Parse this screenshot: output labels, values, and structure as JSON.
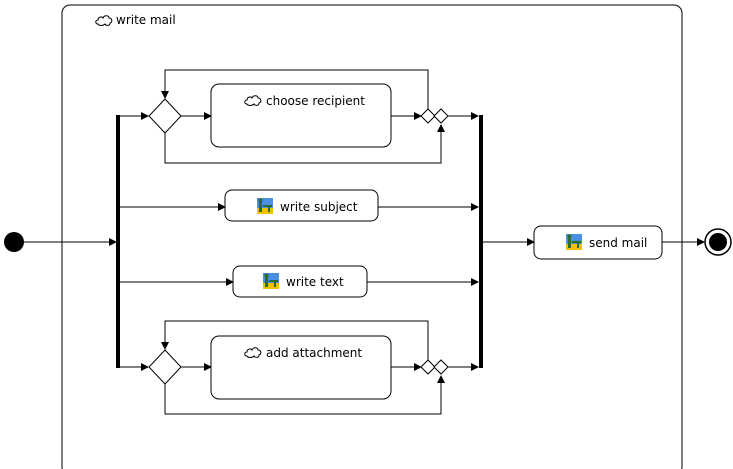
{
  "diagram": {
    "container_title": "write mail",
    "nodes": {
      "choose_recipient": "choose recipient",
      "write_subject": "write subject",
      "write_text": "write text",
      "add_attachment": "add attachment",
      "send_mail": "send mail"
    },
    "icons": {
      "composite_activity": "cloud-icon",
      "simple_activity": "person-at-desk-icon"
    },
    "colors": {
      "stroke": "#000000",
      "background": "#ffffff",
      "icon_sky": "#4a8fe0",
      "icon_ground": "#f2c200",
      "icon_figure": "#2e6b2e"
    }
  }
}
